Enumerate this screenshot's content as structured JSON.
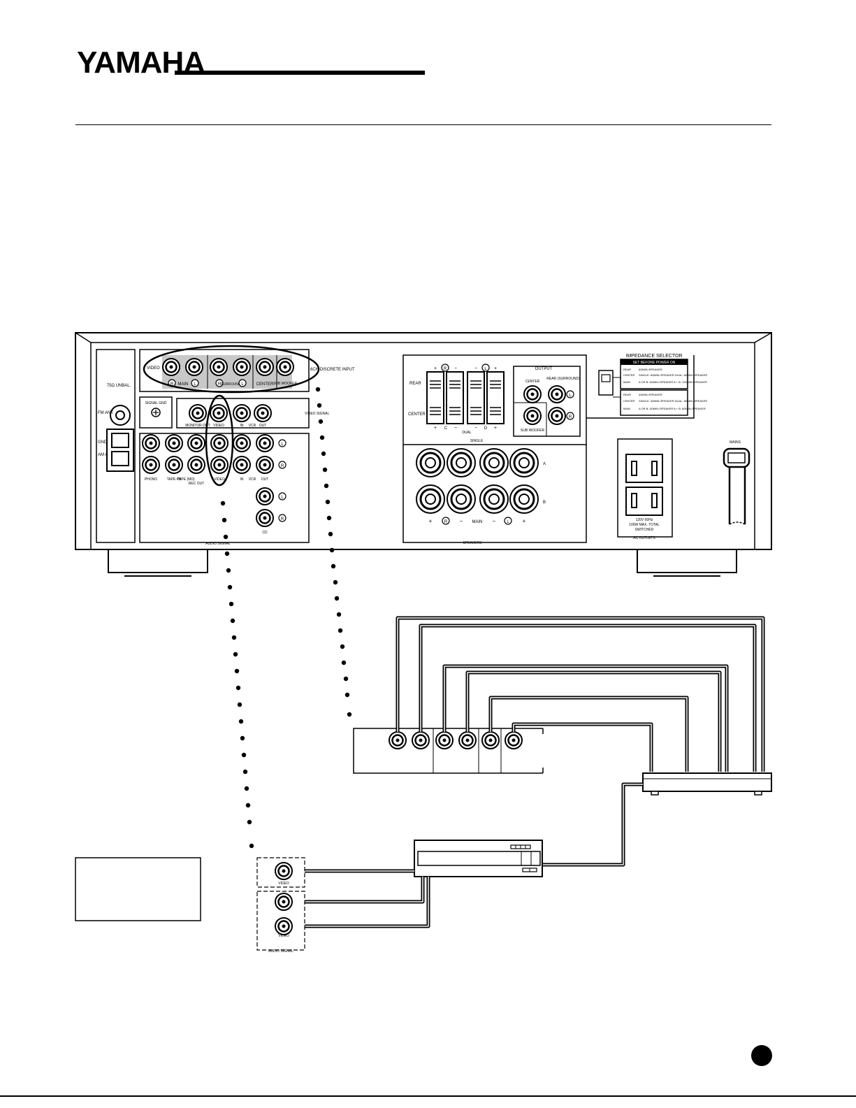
{
  "brand": {
    "logo_text": "YAMAHA"
  },
  "receiver": {
    "antenna": {
      "ohm_label": "75Ω UNBAL.",
      "fm_label": "FM ANT",
      "gnd_label": "GND",
      "am_label": "AM ANT"
    },
    "discrete_input": {
      "video_label": "VIDEO",
      "main_label": "MAIN",
      "surround_label": "SURROUND",
      "center_label": "CENTER",
      "subwoofer_label": "SUB WOOFER",
      "title": "6CH DISCRETE INPUT",
      "r_badge": "R",
      "l_badge": "L"
    },
    "signal_gnd": "SIGNAL GND",
    "video_signal": {
      "monitor_out": "MONITOR OUT",
      "video": "VIDEO",
      "in": "IN",
      "vcr": "VCR",
      "out": "OUT",
      "title": "VIDEO SIGNAL"
    },
    "audio_signal": {
      "phono": "PHONO",
      "tape_pb": "TAPE PB",
      "tape_md": "TAPE (MD)",
      "rec_out": "REC OUT",
      "video": "VIDEO",
      "in": "IN",
      "vcr": "VCR",
      "out": "OUT",
      "cd": "CD",
      "title": "AUDIO SIGNAL"
    },
    "speakers": {
      "rear": "REAR",
      "center": "CENTER",
      "dual": "DUAL",
      "single": "SINGLE",
      "terminal_c": "C",
      "terminal_d": "D",
      "output_title": "OUTPUT",
      "output_center": "CENTER",
      "output_rear": "REAR (SURROUND)",
      "output_sub": "SUB WOOFER",
      "a_label": "A",
      "b_label": "B",
      "main": "MAIN",
      "title": "SPEAKERS",
      "plus": "+",
      "minus": "−"
    },
    "impedance": {
      "title": "IMPEDANCE SELECTOR",
      "warning": "SET BEFORE POWER ON",
      "upper_rows": [
        [
          "REAR",
          "6ΩMIN./SPEAKER"
        ],
        [
          "CENTER",
          "SINGLE: 6ΩMIN./SPEAKER DUAL: 6ΩMIN./SPEAKER"
        ],
        [
          "MAIN",
          "A OR B: 6ΩMIN./SPEAKER A + B: 12ΩMIN./SPEAKER"
        ]
      ],
      "lower_rows": [
        [
          "REAR",
          "4ΩMIN./SPEAKER"
        ],
        [
          "CENTER",
          "SINGLE: 4ΩMIN./SPEAKER DUAL: 8ΩMIN./SPEAKER"
        ],
        [
          "MAIN",
          "A OR B: 4ΩMIN./SPEAKER A + B: 8ΩMIN./SPEAKER"
        ]
      ]
    },
    "ac_outlets": {
      "spec": "120V 60Hz",
      "spec2": "100W MAX. TOTAL",
      "spec3": "SWITCHED",
      "title": "AC OUTLETS"
    },
    "mains": "MAINS"
  },
  "bottom_panel": {
    "video_label": "VIDEO",
    "audio_label": "VIDEO",
    "title": "AUDIO SIGNAL"
  },
  "colors": {
    "line": "#000000",
    "highlight": "#c8c8c8",
    "paper": "#ffffff"
  }
}
